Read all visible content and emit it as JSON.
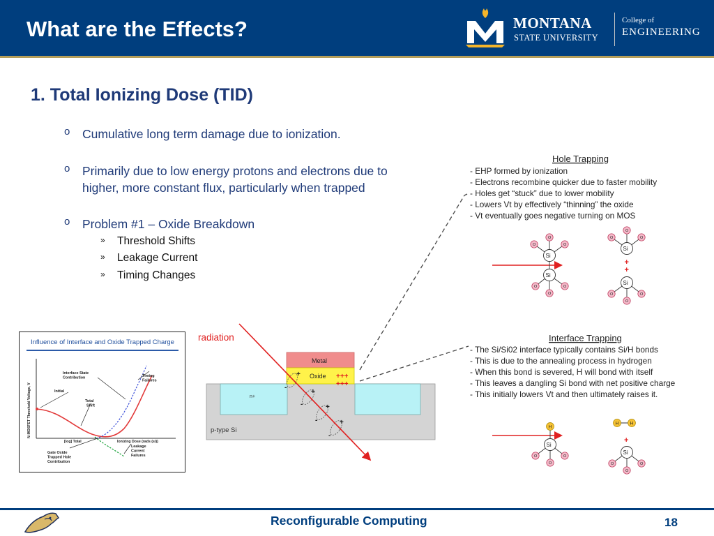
{
  "header": {
    "title": "What are the Effects?",
    "logo": {
      "university_line1": "MONTANA",
      "university_line2": "STATE UNIVERSITY",
      "college_line1": "College of",
      "college_line2": "ENGINEERING"
    }
  },
  "main": {
    "heading": "1.  Total Ionizing Dose (TID)",
    "bullets": [
      {
        "mark": "o",
        "lines": [
          "Cumulative long term damage due to ionization."
        ]
      },
      {
        "mark": "o",
        "lines": [
          "Primarily due to low energy protons and electrons due to",
          "higher, more constant flux, particularly when trapped"
        ]
      },
      {
        "mark": "o",
        "lines": [
          "Problem #1 – Oxide Breakdown"
        ]
      }
    ],
    "sub_bullets": [
      {
        "mark": "»",
        "text": "Threshold Shifts"
      },
      {
        "mark": "»",
        "text": "Leakage Current"
      },
      {
        "mark": "»",
        "text": "Timing Changes"
      }
    ]
  },
  "chart": {
    "title": "Influence of Interface and Oxide Trapped Charge",
    "ylabel": "N-MOSFET Threshold Voltage, V",
    "ylabel_sub": "th",
    "xlabel_left": "[log] Total",
    "xlabel_right": "Ionizing Dose (rads (si))",
    "labels": {
      "interface": [
        "Interface State",
        "Contribution"
      ],
      "timing": [
        "Timing",
        "Failures"
      ],
      "initial": "Initial",
      "total": [
        "Total",
        "Shift"
      ],
      "gate": [
        "Gate Oxide",
        "Trapped Hole",
        "Contribution"
      ],
      "leakage": [
        "Leakage",
        "Current",
        "Failures"
      ]
    }
  },
  "diagram": {
    "radiation": "radiation",
    "metal": "Metal",
    "oxide": "Oxide",
    "oxide_charges": "+++",
    "n_plus": "n+",
    "p_type": "p-type Si",
    "hole_trapping": {
      "title": "Hole Trapping",
      "lines": [
        "- EHP formed by ionization",
        "- Electrons recombine quicker due to faster mobility",
        "- Holes get “stuck” due to lower mobility",
        "- Lowers Vt by effectively “thinning” the oxide",
        "- Vt eventually goes negative turning on MOS"
      ]
    },
    "interface_trapping": {
      "title": "Interface Trapping",
      "lines": [
        "- The Si/Si02 interface typically contains Si/H bonds",
        "- This is due to the annealing process in hydrogen",
        "- When this bond is severed, H will bond with itself",
        "- This leaves a dangling Si bond with net positive charge",
        "- This initially lowers Vt and then ultimately raises it."
      ]
    },
    "atoms": {
      "si": "Si",
      "o": "O",
      "h": "H"
    }
  },
  "footer": {
    "title": "Reconfigurable Computing",
    "page": "18"
  },
  "colors": {
    "header": "#003e7e",
    "accent_gold": "#b49e5a",
    "text_blue": "#1f3a78",
    "radiation_red": "#e02020",
    "metal": "#f08c8c",
    "oxide": "#fff24a",
    "n_region": "#b8f2f6",
    "substrate": "#d4d4d4",
    "oxygen_atom": "#f3b8c8",
    "hydrogen_atom": "#f6c234"
  }
}
